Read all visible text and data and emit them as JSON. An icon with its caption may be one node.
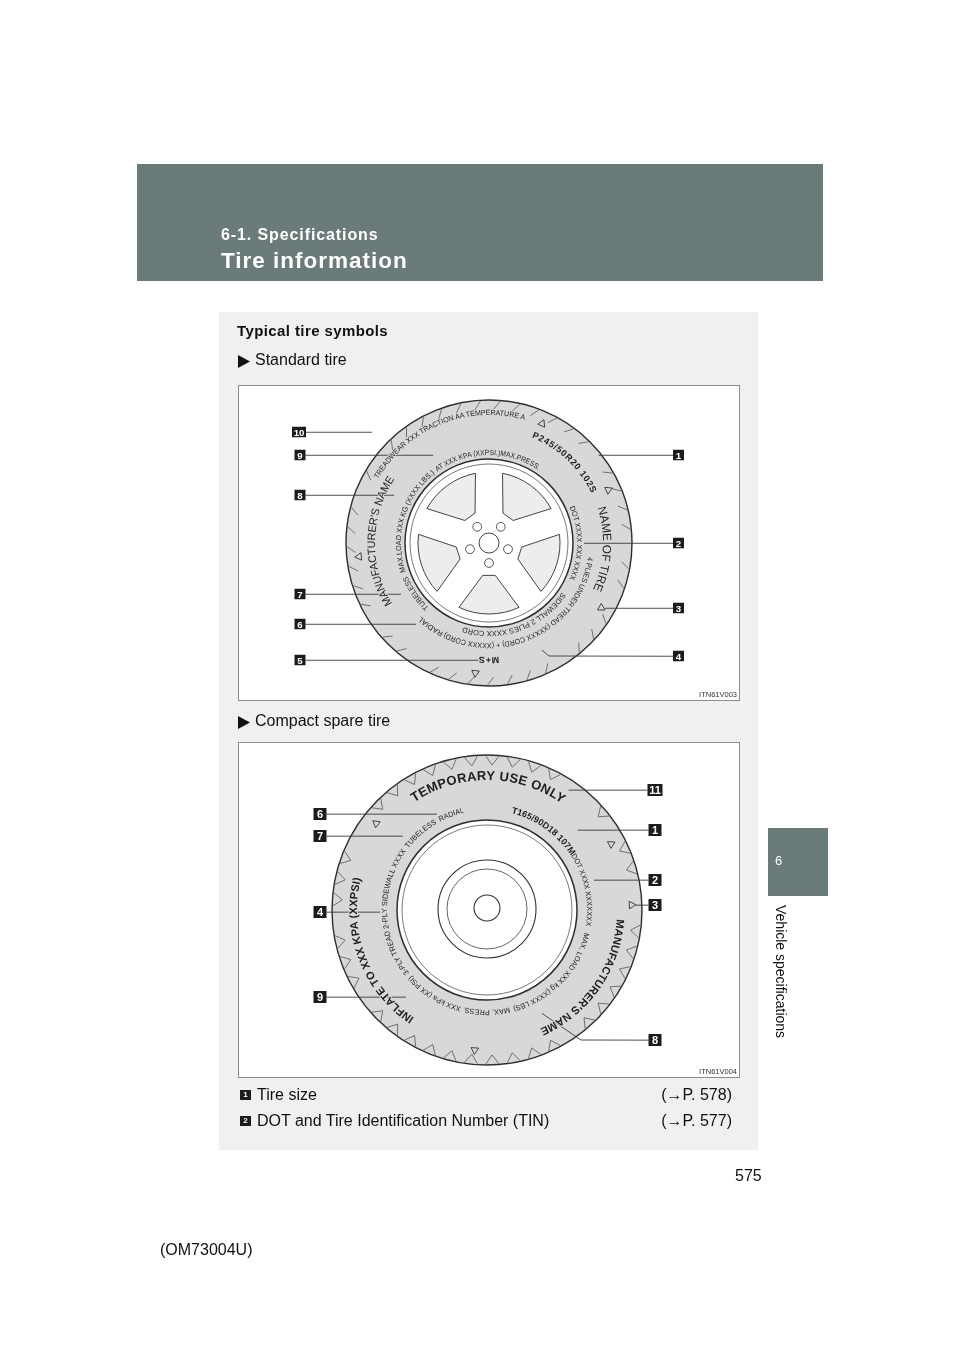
{
  "diagram": {
    "title": "Tire information",
    "nodes": [
      {
        "text": [
          "10"
        ]
      },
      {
        "text": [
          "9"
        ]
      },
      {
        "text": [
          "8"
        ]
      },
      {
        "text": [
          "7"
        ]
      },
      {
        "text": [
          "6"
        ]
      },
      {
        "text": [
          "5"
        ]
      },
      {
        "text": [
          "1"
        ]
      },
      {
        "text": [
          "2"
        ]
      },
      {
        "text": [
          "3"
        ]
      },
      {
        "text": [
          "4"
        ]
      },
      {
        "text": [
          "TREADWEAR XXX TRACTION AA TEMPERATURE A"
        ]
      },
      {
        "text": [
          "AT XXX KPA (XXPSI.)MAX.PRESS."
        ]
      },
      {
        "text": [
          "MAX.LOAD XXX KG (XXXX LBS.)"
        ]
      },
      {
        "text": [
          "TUBELESS"
        ]
      },
      {
        "text": [
          "RADIAL"
        ]
      },
      {
        "text": [
          "M+S"
        ]
      },
      {
        "text": [
          "P245/50R20 102S"
        ]
      },
      {
        "text": [
          "DOT XXXX XXX XXXX"
        ]
      },
      {
        "text": [],
        "shape": "triangle"
      },
      {
        "text": [
          "4 PLIES UNDER TREAD (XXXXX CORD) + (XXXXX CORD) SIDEWALL 2 PLIES XXXX CORD"
        ]
      },
      {
        "text": [
          "6"
        ]
      },
      {
        "text": [
          "7"
        ]
      },
      {
        "text": [
          "4"
        ]
      },
      {
        "text": [
          "9"
        ]
      },
      {
        "text": [
          "11"
        ]
      },
      {
        "text": [
          "1"
        ]
      },
      {
        "text": [
          "2"
        ]
      },
      {
        "text": [
          "3"
        ]
      },
      {
        "text": [
          "8"
        ]
      },
      {
        "text": [
          "RADIAL"
        ]
      },
      {
        "text": [
          "TUBELESS"
        ]
      },
      {
        "text": [
          "3-PLY TREAD 2-PLY SIDEWALL XXXX"
        ]
      },
      {
        "text": [
          "MAX. PRESS. XXX kPa (XX PSI)"
        ]
      },
      {
        "text": [
          "TEMPORARY USE ONLY"
        ]
      },
      {
        "text": [
          "T165/90D18 107M"
        ]
      },
      {
        "text": [
          "DOT XXXX XXXXXXX"
        ]
      },
      {
        "text": [],
        "shape": "triangle"
      },
      {
        "text": [
          "MAX. LOAD XXX kg (XXXX LBS)"
        ]
      }
    ],
    "edges": [
      {
        "from": 0,
        "to": 10,
        "arrow": "none"
      },
      {
        "from": 1,
        "to": 11,
        "arrow": "none"
      },
      {
        "from": 2,
        "to": 12,
        "arrow": "none"
      },
      {
        "from": 3,
        "to": 13,
        "arrow": "none"
      },
      {
        "from": 4,
        "to": 14,
        "arrow": "none"
      },
      {
        "from": 5,
        "to": 15,
        "arrow": "none"
      },
      {
        "from": 6,
        "to": 16,
        "arrow": "none"
      },
      {
        "from": 7,
        "to": 17,
        "arrow": "none"
      },
      {
        "from": 8,
        "to": 18,
        "arrow": "none"
      },
      {
        "from": 9,
        "to": 19,
        "arrow": "none"
      },
      {
        "from": 20,
        "to": 29,
        "arrow": "none"
      },
      {
        "from": 21,
        "to": 30,
        "arrow": "none"
      },
      {
        "from": 22,
        "to": 31,
        "arrow": "none"
      },
      {
        "from": 23,
        "to": 32,
        "arrow": "none"
      },
      {
        "from": 24,
        "to": 33,
        "arrow": "none"
      },
      {
        "from": 25,
        "to": 34,
        "arrow": "none"
      },
      {
        "from": 26,
        "to": 35,
        "arrow": "none"
      },
      {
        "from": 27,
        "to": 36,
        "arrow": "none"
      },
      {
        "from": 28,
        "to": 37,
        "arrow": "none"
      }
    ],
    "labels": [
      "6-1. Specifications",
      "Typical tire symbols",
      "Standard tire",
      "MANUFACTURER'S NAME",
      "NAME OF TIRE",
      "ITN61V003",
      "Compact spare tire",
      "INFLATE TO XXX KPA (XXPSI)",
      "MANUFACTURER'S NAME",
      "ITN61V004",
      "1",
      "Tire size",
      "(→P. 578)",
      "2",
      "DOT and Tire Identification Number (TIN)",
      "(→P. 577)",
      "6",
      "Vehicle specifications",
      "575",
      "(OM73004U)"
    ]
  }
}
